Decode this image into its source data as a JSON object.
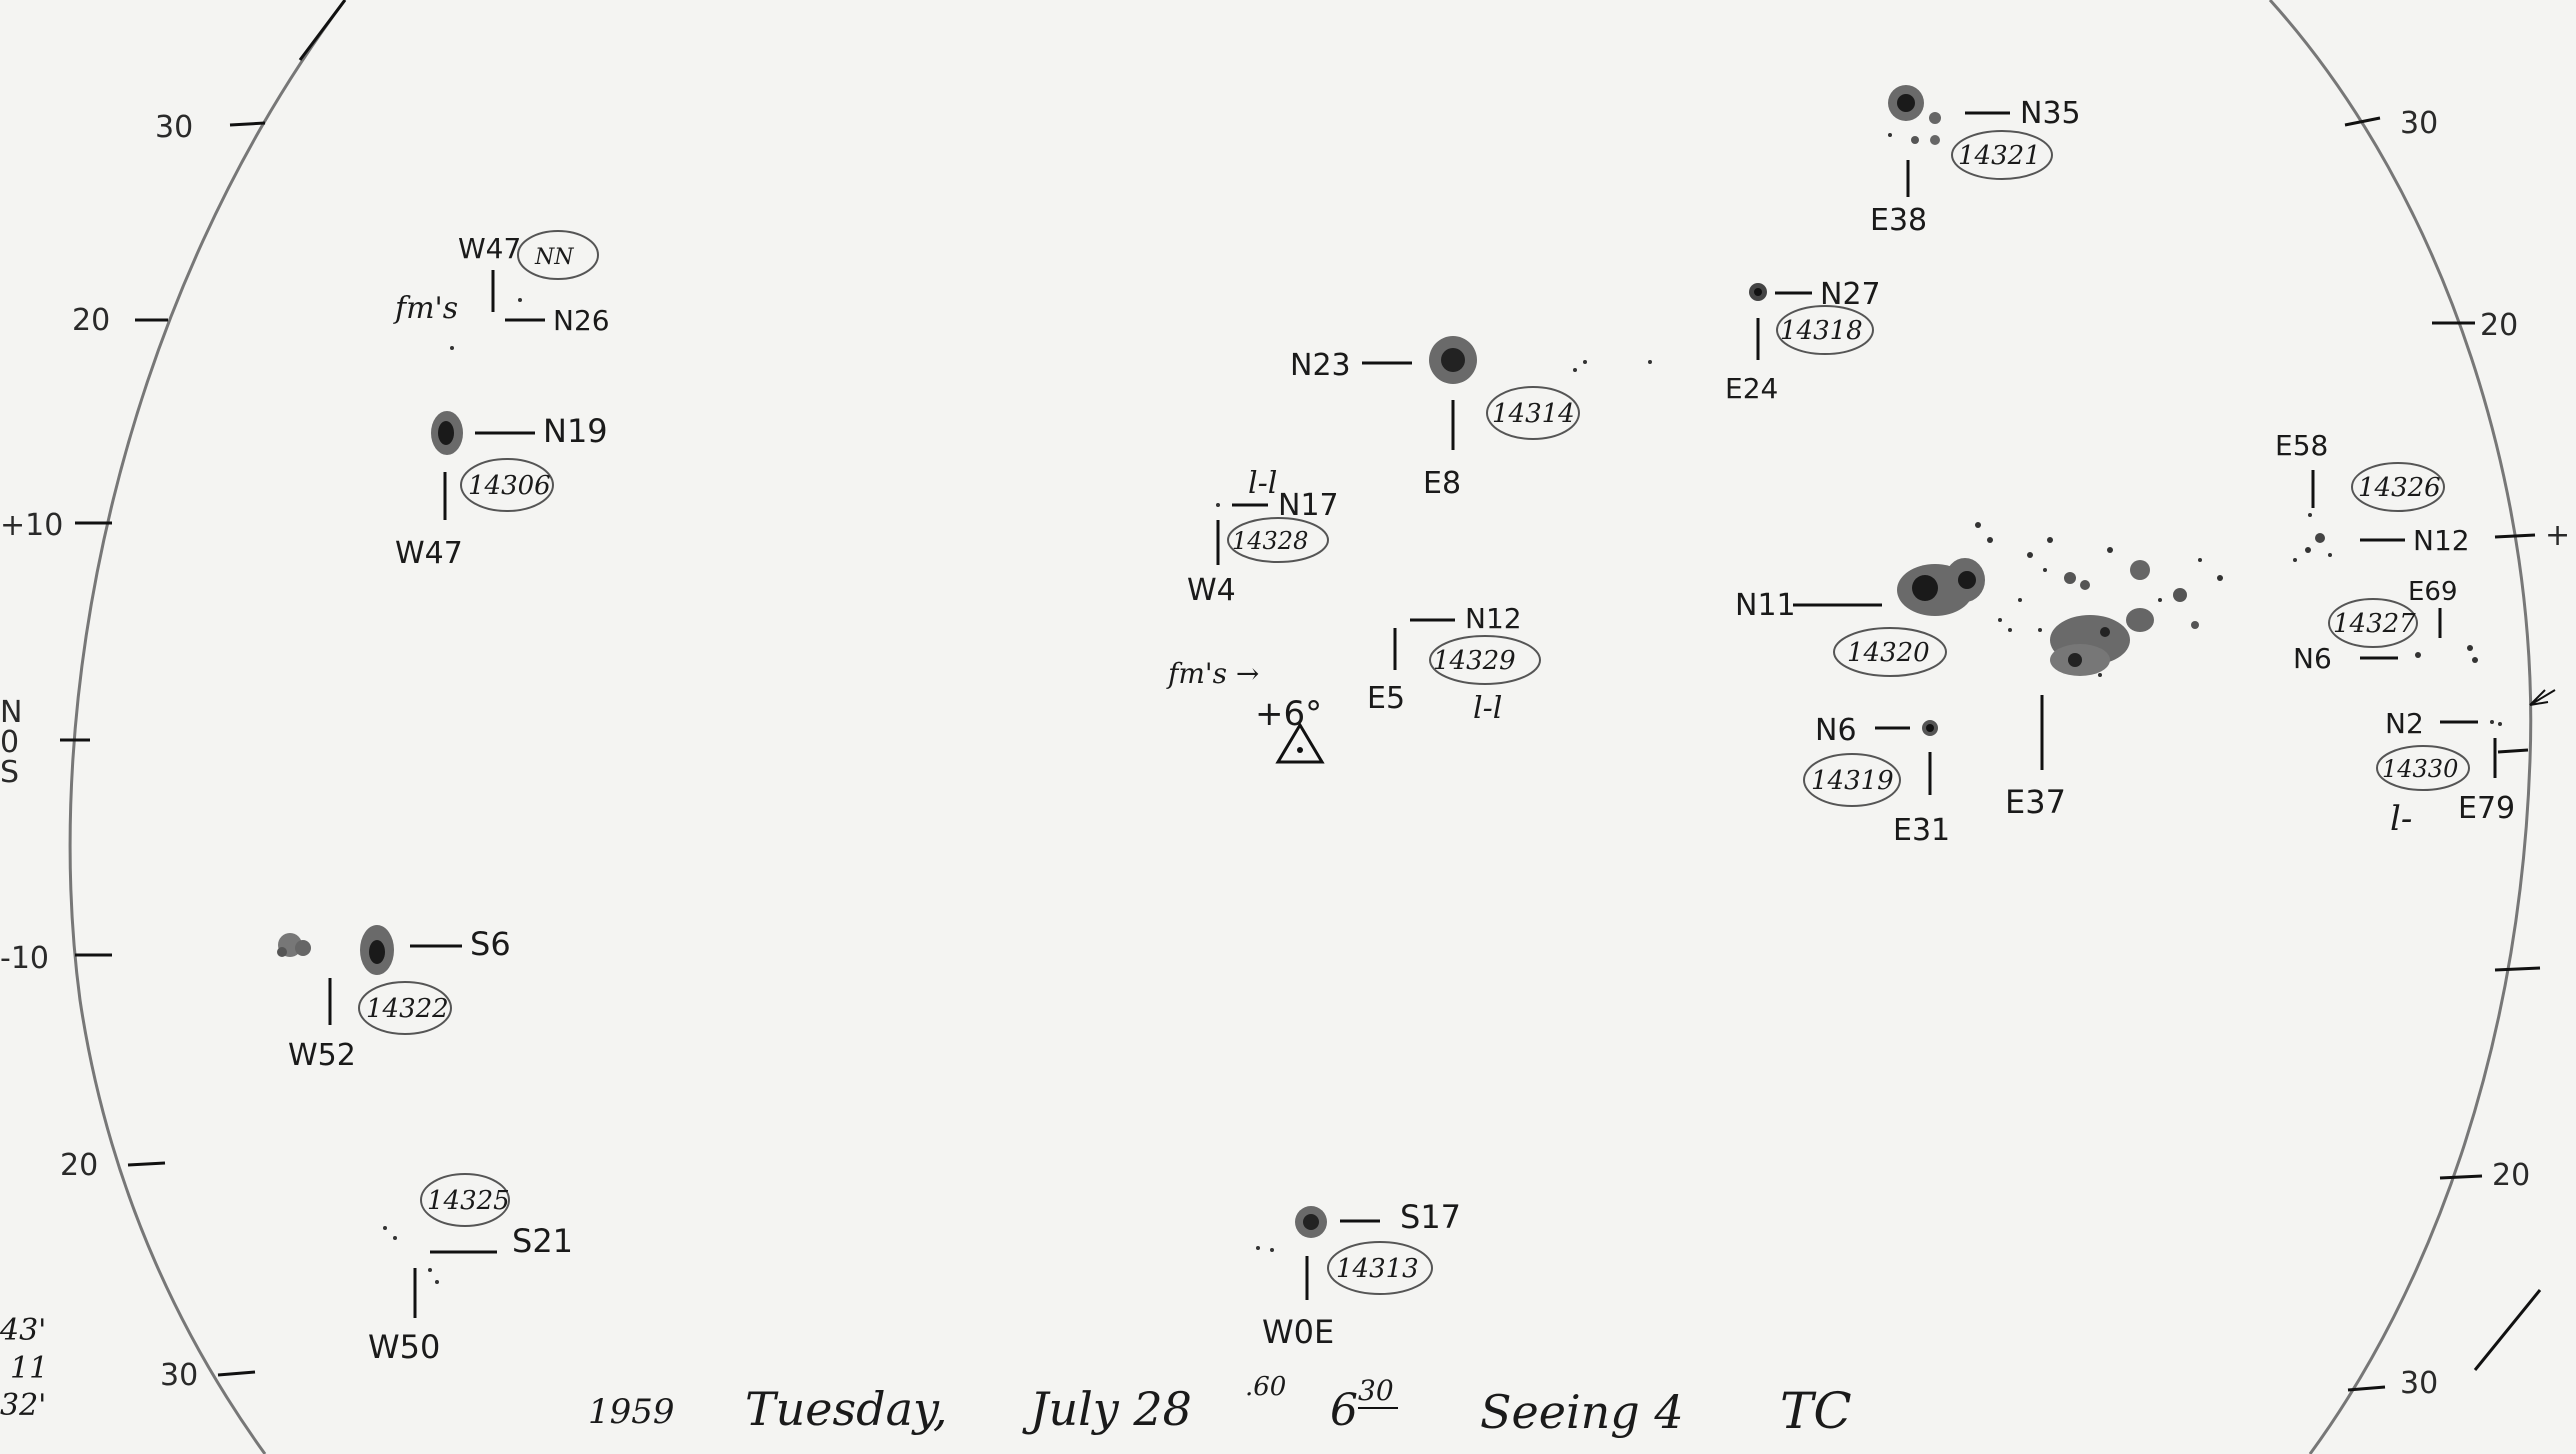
{
  "footer": {
    "year": "1959",
    "day": "Tuesday,",
    "date": "July 28",
    "date_sup": ".60",
    "time": "6",
    "time_sup": "30",
    "seeing": "Seeing 4",
    "initials": "TC"
  },
  "latitude_labels": {
    "left": [
      "30",
      "20",
      "+10",
      "N",
      "0",
      "S",
      "-10",
      "20",
      "30"
    ],
    "right": [
      "30",
      "20",
      "+",
      "20",
      "30"
    ]
  },
  "corner_note": [
    "43'",
    "11",
    "32'"
  ],
  "regions": [
    {
      "pos": "W47",
      "lat": "N26",
      "id": "NN",
      "note": "fm's"
    },
    {
      "pos": "W47",
      "lat": "N19",
      "id": "14306"
    },
    {
      "pos": "W52",
      "lat": "S6",
      "id": "14322"
    },
    {
      "pos": "W50",
      "lat": "S21",
      "id": "14325"
    },
    {
      "pos": "W4",
      "lat": "N17",
      "id": "14328",
      "note": "l-l"
    },
    {
      "pos": "E5",
      "lat": "N12",
      "id": "14329",
      "note": "l-l"
    },
    {
      "pos": "E8",
      "lat": "N23",
      "id": "14314"
    },
    {
      "pos": "W0E",
      "lat": "S17",
      "id": "14313"
    },
    {
      "pos": "E24",
      "lat": "N27",
      "id": "14318"
    },
    {
      "pos": "E38",
      "lat": "N35",
      "id": "14321"
    },
    {
      "pos": "E37",
      "lat": "N11",
      "id": "14320"
    },
    {
      "pos": "E31",
      "lat": "N6",
      "id": "14319"
    },
    {
      "pos": "E58",
      "lat": "N12",
      "id": "14326"
    },
    {
      "pos": "E69",
      "lat": "N6",
      "id": "14327"
    },
    {
      "pos": "E79",
      "lat": "N2",
      "id": "14330",
      "note": "l-"
    }
  ],
  "misc": {
    "fms_arrow": "fm's →",
    "plus_six": "+6°"
  }
}
